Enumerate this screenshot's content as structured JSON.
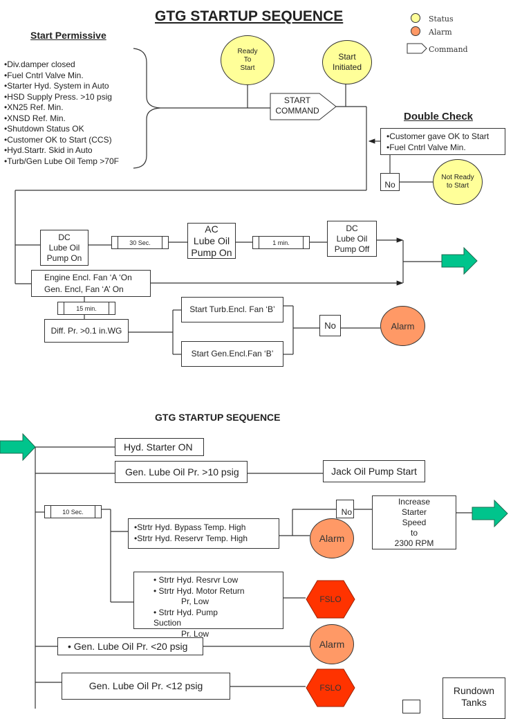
{
  "page1": {
    "title": "GTG STARTUP SEQUENCE",
    "legend": {
      "status": "Status",
      "alarm": "Alarm",
      "command": "Command",
      "colors": {
        "status": "#ffff99",
        "alarm": "#ff9966",
        "fslo": "#ff3300",
        "arrow": "#00c48c"
      }
    },
    "start_permissive": {
      "heading": "Start Permissive",
      "items": [
        "Div.damper closed",
        "Fuel Cntrl Valve Min.",
        "Starter Hyd. System in Auto",
        "HSD Supply Press. >10 psig",
        "XN25 Ref. Min.",
        "XNSD Ref. Min.",
        "Shutdown Status OK",
        "Customer OK to Start (CCS)",
        "Hyd.Startr. Skid in Auto",
        "Turb/Gen Lube Oil Temp >70F"
      ]
    },
    "ready_to_start": [
      "Ready",
      "To",
      "Start"
    ],
    "start_initiated": [
      "Start",
      "Initiated"
    ],
    "start_command": [
      "START",
      "COMMAND"
    ],
    "double_check": {
      "heading": "Double Check",
      "items": [
        "Customer gave OK  to Start",
        "Fuel Cntrl Valve Min."
      ],
      "no_label": "No",
      "not_ready": [
        "Not Ready",
        "to Start"
      ]
    },
    "dc_pump_on": [
      "DC",
      "Lube Oil",
      "Pump On"
    ],
    "timer_30": "30 Sec.",
    "ac_pump_on": [
      "AC",
      "Lube Oil",
      "Pump On"
    ],
    "timer_1": "1 min.",
    "dc_pump_off": [
      "DC",
      "Lube Oil",
      "Pump Off"
    ],
    "fan_a": [
      "Engine Encl. Fan ‘A ‘On",
      "Gen. Encl, Fan ‘A’ On"
    ],
    "timer_15": "15 min.",
    "diff_pr": "Diff. Pr. >0.1 in.WG",
    "turb_fan_b": "Start Turb.Encl. Fan ‘B’",
    "gen_fan_b": "Start Gen.Encl.Fan ‘B’",
    "no_label": "No",
    "alarm_label": "Alarm"
  },
  "page2": {
    "title": "GTG STARTUP SEQUENCE",
    "hyd_starter_on": "Hyd. Starter ON",
    "gen_lube_10": "Gen. Lube Oil Pr. >10 psig",
    "jack_oil": "Jack Oil Pump Start",
    "timer_10": "10 Sec.",
    "temp_high_items": [
      "Strtr Hyd. Bypass Temp. High",
      "Strtr Hyd. Reservr Temp. High"
    ],
    "no_label": "No",
    "alarm_label": "Alarm",
    "increase_speed": [
      "Increase",
      "Starter",
      "Speed",
      "to",
      "2300 RPM"
    ],
    "low_items": [
      "• Strtr Hyd. Resrvr Low",
      "• Strtr Hyd. Motor Return",
      "            Pr, Low",
      "• Strtr Hyd. Pump",
      "Suction",
      "            Pr. Low"
    ],
    "fslo_label": "FSLO",
    "gen_lube_20": "• Gen. Lube Oil Pr. <20 psig",
    "gen_lube_12": "Gen. Lube Oil Pr. <12 psig",
    "rundown": [
      "Rundown",
      "Tanks"
    ]
  }
}
